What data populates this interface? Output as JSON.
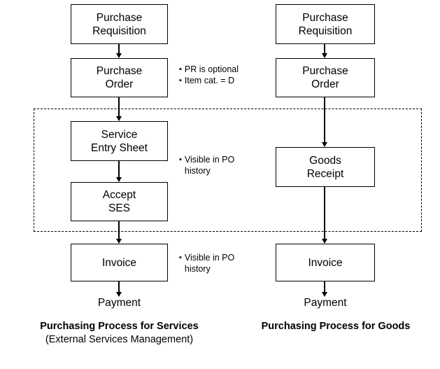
{
  "diagram": {
    "title_services": "Purchasing Process for Services",
    "subtitle_services": "(External Services Management)",
    "title_goods": "Purchasing Process for Goods",
    "bullet_glyph": "▪"
  },
  "services_flow": {
    "nodes": [
      {
        "id": "svc-purchase-requisition",
        "label": "Purchase\nRequisition"
      },
      {
        "id": "svc-purchase-order",
        "label": "Purchase\nOrder"
      },
      {
        "id": "svc-service-entry-sheet",
        "label": "Service\nEntry Sheet"
      },
      {
        "id": "svc-accept-ses",
        "label": "Accept\nSES"
      },
      {
        "id": "svc-invoice",
        "label": "Invoice"
      }
    ],
    "terminator": "Payment"
  },
  "goods_flow": {
    "nodes": [
      {
        "id": "goods-purchase-requisition",
        "label": "Purchase\nRequisition"
      },
      {
        "id": "goods-purchase-order",
        "label": "Purchase\nOrder"
      },
      {
        "id": "goods-goods-receipt",
        "label": "Goods\nReceipt"
      },
      {
        "id": "goods-invoice",
        "label": "Invoice"
      }
    ],
    "terminator": "Payment"
  },
  "annotations": [
    {
      "id": "annotation-purchase-order",
      "lines": [
        "PR is optional",
        "Item cat. = D"
      ]
    },
    {
      "id": "annotation-ses",
      "lines": [
        "Visible in PO\nhistory"
      ]
    },
    {
      "id": "annotation-invoice",
      "lines": [
        "Visible in PO\nhistory"
      ]
    }
  ],
  "colors": {
    "stroke": "#000000",
    "background": "#ffffff"
  }
}
